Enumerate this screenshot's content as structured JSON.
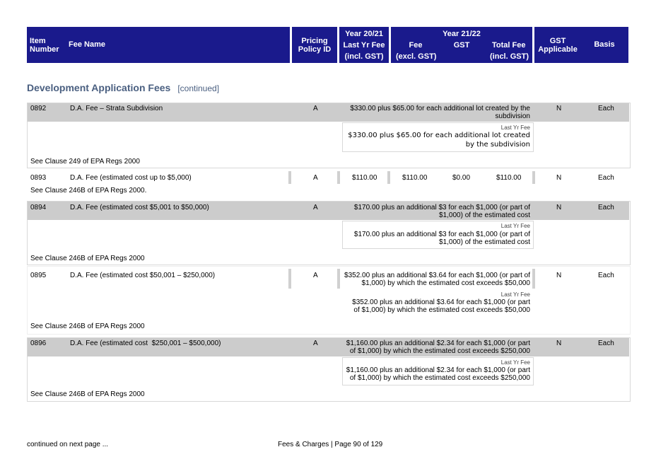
{
  "header": {
    "item_number": [
      "Item",
      "Number"
    ],
    "fee_name": "Fee Name",
    "pricing_policy": [
      "Pricing",
      "Policy ID"
    ],
    "year_2021": "Year 20/21",
    "last_yr_fee": "Last Yr Fee",
    "incl_gst": "(incl. GST)",
    "year_2122": "Year 21/22",
    "fee": "Fee",
    "excl_gst": "(excl. GST)",
    "gst": "GST",
    "total_fee": "Total Fee",
    "incl_gst2": "(incl. GST)",
    "gst_applicable": [
      "GST",
      "Applicable"
    ],
    "basis": "Basis"
  },
  "section": {
    "title": "Development Application Fees",
    "continued": "[continued]"
  },
  "last_yr_label": "Last Yr Fee",
  "rows": [
    {
      "item": "0892",
      "name": "D.A. Fee – Strata Subdivision",
      "policy": "A",
      "fee_lines": [
        "$330.00 plus $65.00 for each additional lot created by the",
        "subdivision"
      ],
      "last_lines": [
        "$330.00 plus $65.00 for each additional lot created",
        "by the subdivision"
      ],
      "gst_applicable": "N",
      "basis": "Each",
      "note": "See Clause 249 of EPA Regs 2000"
    },
    {
      "item": "0893",
      "name": "D.A. Fee (estimated cost up to $5,000)",
      "policy": "A",
      "last_yr": "$110.00",
      "fee": "$110.00",
      "gst": "$0.00",
      "total": "$110.00",
      "gst_applicable": "N",
      "basis": "Each",
      "note": "See Clause 246B of EPA Regs 2000."
    },
    {
      "item": "0894",
      "name": "D.A. Fee (estimated cost $5,001 to $50,000)",
      "policy": "A",
      "fee_lines": [
        "$170.00 plus an additional $3 for each $1,000 (or part of",
        "$1,000) of the estimated cost"
      ],
      "last_lines": [
        "$170.00 plus an additional $3 for each $1,000 (or part of",
        "$1,000) of the estimated cost"
      ],
      "gst_applicable": "N",
      "basis": "Each",
      "note": "See Clause 246B of EPA Regs 2000"
    },
    {
      "item": "0895",
      "name": "D.A. Fee (estimated cost $50,001 – $250,000)",
      "policy": "A",
      "fee_lines": [
        "$352.00 plus an additional $3.64 for each $1,000 (or part of",
        "$1,000) by which the estimated cost exceeds $50,000"
      ],
      "last_lines": [
        "$352.00 plus an additional $3.64 for each $1,000 (or part",
        "of $1,000) by which the estimated cost exceeds $50,000"
      ],
      "gst_applicable": "N",
      "basis": "Each",
      "note": "See Clause 246B of EPA Regs 2000"
    },
    {
      "item": "0896",
      "name": "D.A. Fee (estimated cost  $250,001 – $500,000)",
      "policy": "A",
      "fee_lines": [
        "$1,160.00 plus an additional $2.34 for each $1,000 (or part",
        "of $1,000) by which the estimated cost exceeds $250,000"
      ],
      "last_lines": [
        "$1,160.00 plus an additional $2.34 for each $1,000 (or part",
        "of $1,000) by which the estimated cost exceeds $250,000"
      ],
      "gst_applicable": "N",
      "basis": "Each",
      "note": "See Clause 246B of EPA Regs 2000"
    }
  ],
  "footer": {
    "left": "continued on next page ...",
    "center": "Fees & Charges | Page 90 of 129"
  }
}
